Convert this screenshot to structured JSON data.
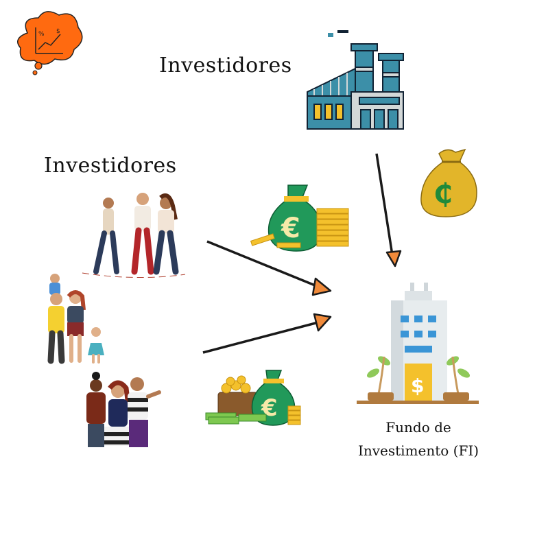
{
  "labels": {
    "investors_top": "Investidores",
    "investors_left": "Investidores",
    "fund_line1": "Fundo de",
    "fund_line2": "Investimento (FI)"
  },
  "icons": {
    "logo": "idea-cloud-chart-icon",
    "factory": "factory-icon",
    "money_bag_colon": "money-bag-colon-icon",
    "money_bag_euro": "money-bag-euro-icon",
    "money_pile": "money-pile-icon",
    "fund_building": "fund-building-icon",
    "group_walkers": "people-group-walking-icon",
    "family": "family-icon",
    "friends": "friends-group-icon"
  },
  "colors": {
    "arrow": "#1a1a1a",
    "arrow_head": "#f08a3a",
    "logo_orange": "#ff6a10",
    "factory_teal": "#3c8fa8",
    "money_green": "#21995a",
    "gold": "#f4c12c"
  }
}
